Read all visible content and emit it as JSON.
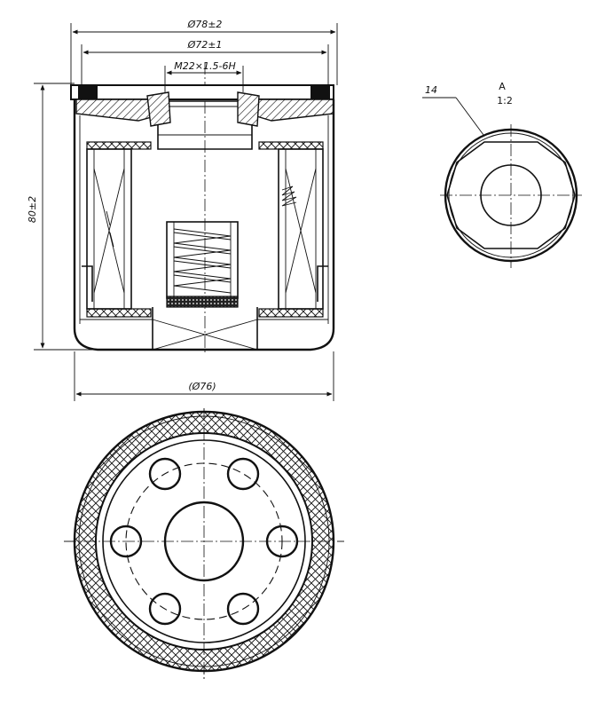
{
  "dimensions": {
    "outer_diameter": "Ø78±2",
    "inner_diameter": "Ø72±1",
    "thread": "M22×1.5-6H",
    "height": "80±2",
    "body_diameter": "(Ø76)"
  },
  "detail": {
    "label": "A",
    "scale": "1:2",
    "callout": "14"
  },
  "colors": {
    "line": "#111111",
    "background": "#ffffff"
  }
}
